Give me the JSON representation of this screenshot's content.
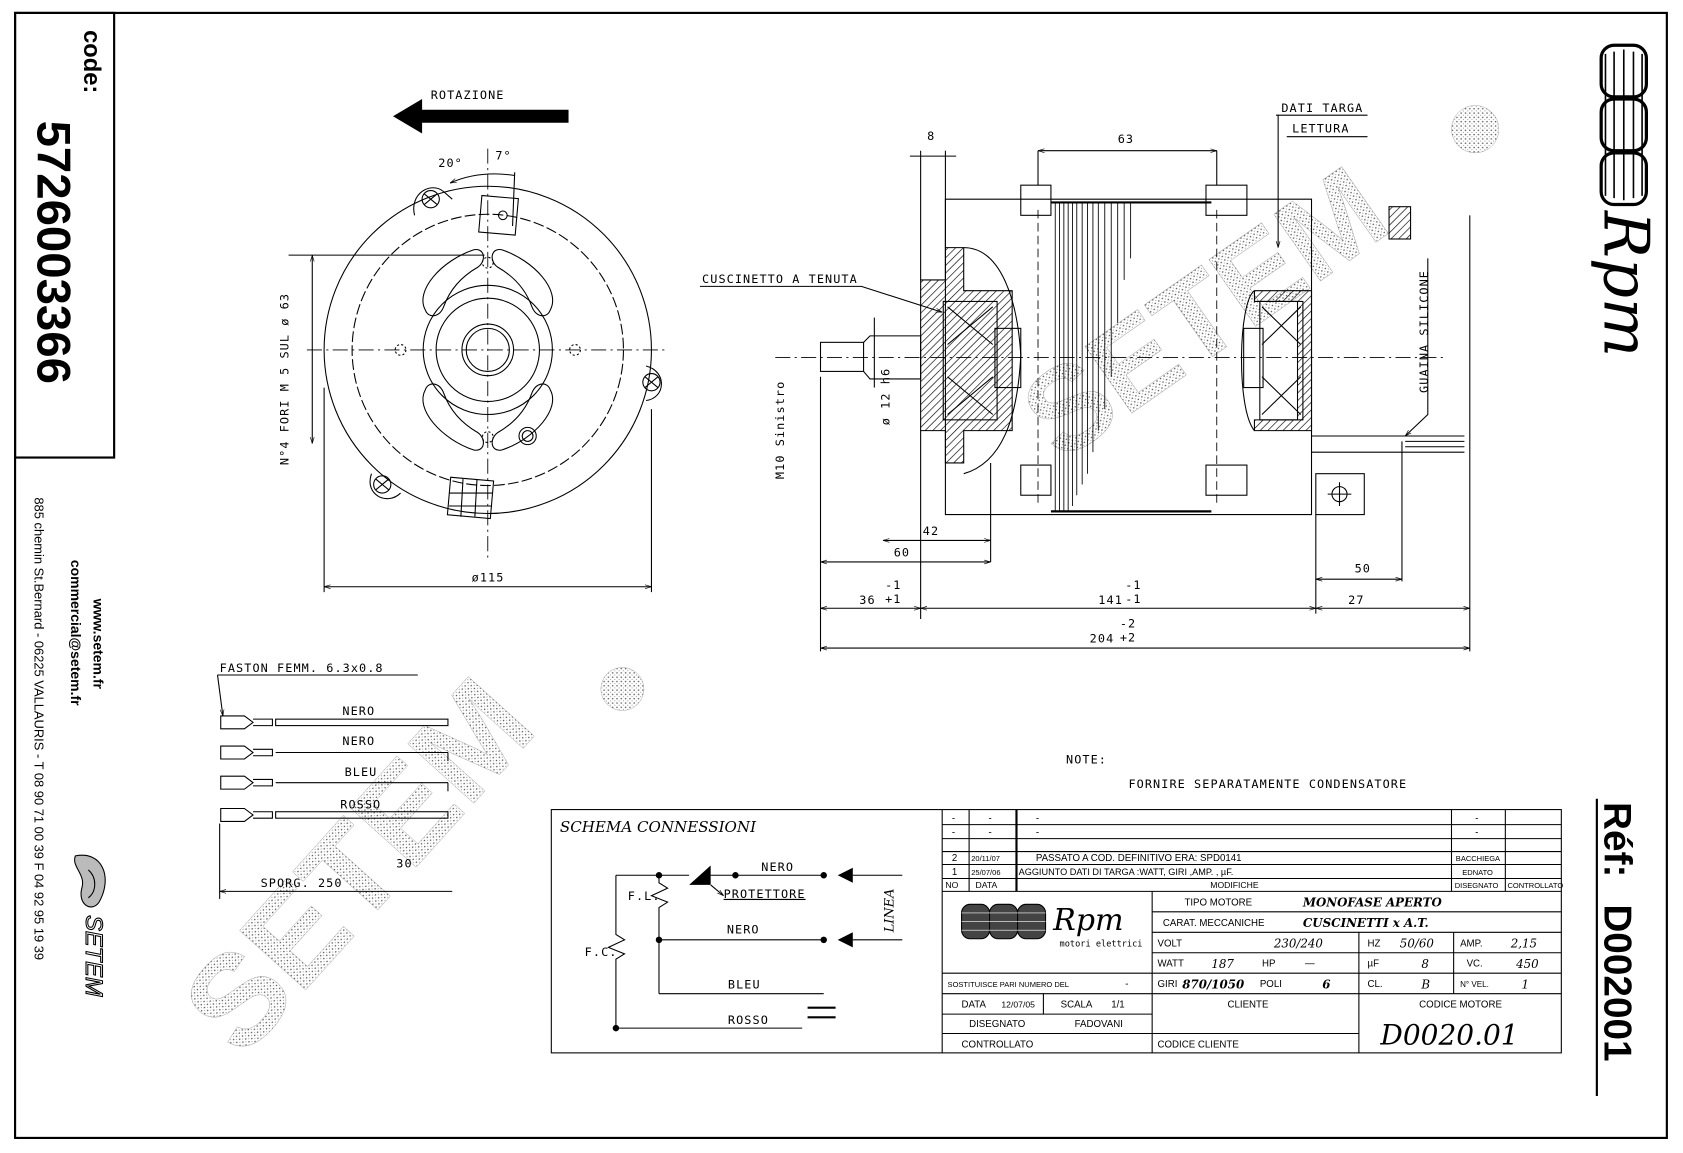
{
  "code_box": {
    "label": "code:",
    "value": "5726003366"
  },
  "company": {
    "website": "www.setem.fr",
    "email": "commercial@setem.fr",
    "address": "885 chemin St.Bernard  -  06225 VALLAURIS  -  T 08 90 71 00 39   F 04 92 95 19 39",
    "logo_text": "SETEM"
  },
  "brand": {
    "logo_text": "Rpm",
    "tagline": "motori elettrici"
  },
  "reference": {
    "label": "Réf:",
    "value": "D002001"
  },
  "watermarks": [
    "SETEM",
    "SETEM"
  ],
  "front_view": {
    "rotation_label": "ROTAZIONE",
    "angle_1": "20°",
    "angle_2": "7°",
    "holes_note": "N°4 FORI M 5 SUL ø 63",
    "diameter": "ø115"
  },
  "side_view": {
    "bearing_label": "CUSCINETTO A TENUTA",
    "plate_label": "DATI TARGA",
    "plate_sub": "LETTURA",
    "sleeve_label": "GUAINA SILICONE",
    "thread_label": "M10 Sinistro",
    "shaft_label": "ø 12 h6",
    "dims": {
      "d8": "8",
      "d63": "63",
      "d42": "42",
      "d60": "60",
      "d50": "50",
      "d27": "27",
      "d36": "36",
      "d36_tol_up": "+1",
      "d36_tol_dn": "-1",
      "d141": "141",
      "d141_tol_up": "-1",
      "d141_tol_dn": "-1",
      "d204": "204",
      "d204_tol_up": "-2",
      "d204_tol_dn": "+2"
    }
  },
  "leads": {
    "faston_label": "FASTON FEMM. 6.3x0.8",
    "wires": [
      "NERO",
      "NERO",
      "BLEU",
      "ROSSO"
    ],
    "length_label": "SPORG. 250",
    "length_tol": "30"
  },
  "note": {
    "title": "NOTE:",
    "text": "FORNIRE SEPARATAMENTE CONDENSATORE"
  },
  "schema": {
    "title": "SCHEMA CONNESSIONI",
    "wire_top": "NERO",
    "protector": "PROTETTORE",
    "wire_mid": "NERO",
    "wire_blue": "BLEU",
    "wire_red": "ROSSO",
    "coil_run": "F.L.",
    "coil_start": "F.C.",
    "line_label": "LINEA"
  },
  "revisions": {
    "rows": [
      {
        "no": "-",
        "date": "-",
        "desc": "-",
        "drawn": "-",
        "checked": ""
      },
      {
        "no": "-",
        "date": "-",
        "desc": "-",
        "drawn": "-",
        "checked": ""
      },
      {
        "no": "",
        "date": "",
        "desc": "",
        "drawn": "",
        "checked": ""
      },
      {
        "no": "2",
        "date": "20/11/07",
        "desc": "PASSATO A COD. DEFINITIVO ERA: SPD0141",
        "drawn": "BACCHIEGA",
        "checked": ""
      },
      {
        "no": "1",
        "date": "25/07/06",
        "desc": "AGGIUNTO DATI DI TARGA :WATT, GIRI ,AMP. , µF.",
        "drawn": "EDNATO",
        "checked": ""
      }
    ],
    "header": {
      "no": "NO",
      "date": "DATA",
      "desc": "MODIFICHE",
      "drawn": "DISEGNATO",
      "checked": "CONTROLLATO"
    }
  },
  "title_block": {
    "tipo_label": "TIPO MOTORE",
    "tipo_value": "MONOFASE APERTO",
    "carat_label": "CARAT. MECCANICHE",
    "carat_value": "CUSCINETTI x A.T.",
    "volt_label": "VOLT",
    "volt_value": "230/240",
    "hz_label": "HZ",
    "hz_value": "50/60",
    "amp_label": "AMP.",
    "amp_value": "2,15",
    "watt_label": "WATT",
    "watt_value": "187",
    "hp_label": "HP",
    "hp_value": "—",
    "uf_label": "µF",
    "uf_value": "8",
    "vc_label": "VC.",
    "vc_value": "450",
    "giri_label": "GIRI",
    "giri_value": "870/1050",
    "poli_label": "POLI",
    "poli_value": "6",
    "cl_label": "CL.",
    "cl_value": "B",
    "vel_label": "N° VEL.",
    "vel_value": "1",
    "replaces_label": "SOSTITUISCE PARI NUMERO DEL",
    "replaces_value": "-",
    "date_label": "DATA",
    "date_value": "12/07/05",
    "scale_label": "SCALA",
    "scale_value": "1/1",
    "drawn_label": "DISEGNATO",
    "drawn_value": "FADOVANI",
    "checked_label": "CONTROLLATO",
    "client_label": "CLIENTE",
    "client_code_label": "CODICE CLIENTE",
    "motor_code_label": "CODICE MOTORE",
    "motor_code_value": "D0020.01"
  }
}
